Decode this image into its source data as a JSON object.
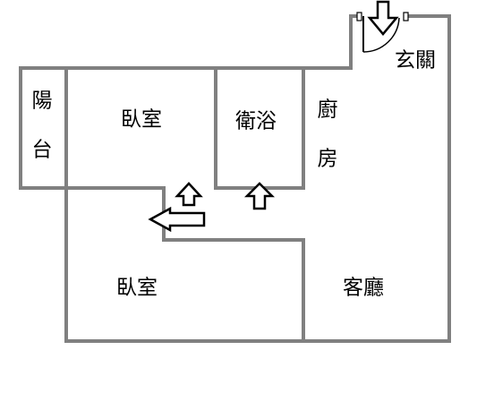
{
  "rooms": {
    "balcony": {
      "label_line1": "陽",
      "label_line2": "台"
    },
    "bedroom_top": {
      "label": "臥室"
    },
    "bathroom": {
      "label": "衛浴"
    },
    "kitchen": {
      "label_line1": "廚",
      "label_line2": "房"
    },
    "entrance": {
      "label": "玄關"
    },
    "bedroom_bottom": {
      "label": "臥室"
    },
    "living_room": {
      "label": "客廳"
    }
  },
  "colors": {
    "wall": "#808080",
    "text": "#000000",
    "arrow_fill": "#ffffff",
    "arrow_outline": "#000000",
    "background": "#ffffff"
  },
  "icons": [
    "entry-arrow-icon",
    "door-arrow-icon",
    "door-swing-icon"
  ]
}
